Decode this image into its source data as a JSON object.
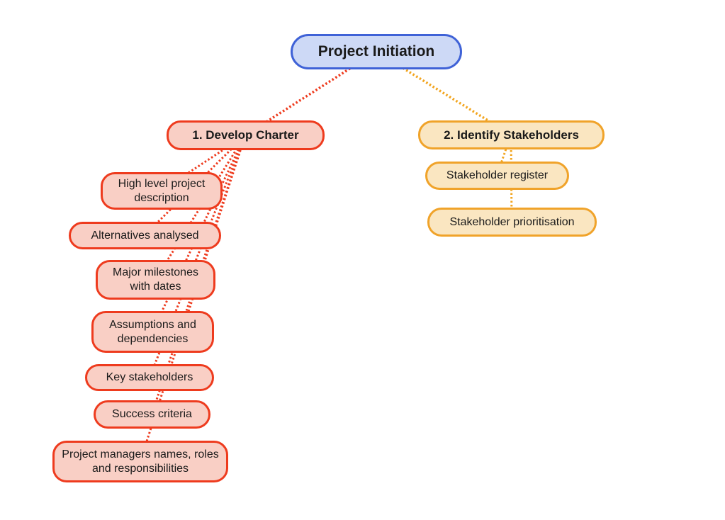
{
  "colors": {
    "background": "#ffffff",
    "root-border": "#3f62d7",
    "root-fill": "#cdd9f6",
    "red-border": "#ee3b1e",
    "red-fill": "#f9cfc5",
    "red-line": "#ee3b1e",
    "orange-border": "#f0a32a",
    "orange-fill": "#fae6c1",
    "orange-line": "#f2a51f",
    "text": "#1a1a1a"
  },
  "mindmap": {
    "root": {
      "label": "Project Initiation"
    },
    "branches": [
      {
        "label": "1. Develop Charter",
        "children": [
          {
            "label": "High level project description"
          },
          {
            "label": "Alternatives analysed"
          },
          {
            "label": "Major milestones with dates"
          },
          {
            "label": "Assumptions and dependencies"
          },
          {
            "label": "Key stakeholders"
          },
          {
            "label": "Success criteria"
          },
          {
            "label": "Project managers names, roles and responsibilities"
          }
        ]
      },
      {
        "label": "2. Identify Stakeholders",
        "children": [
          {
            "label": "Stakeholder register"
          },
          {
            "label": "Stakeholder prioritisation"
          }
        ]
      }
    ]
  }
}
